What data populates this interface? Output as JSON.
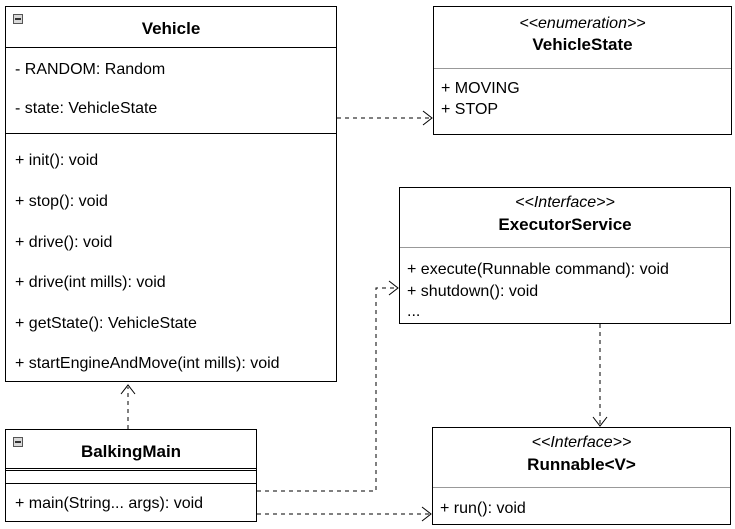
{
  "vehicle": {
    "title": "Vehicle",
    "attributes": [
      "- RANDOM: Random",
      "- state: VehicleState"
    ],
    "methods": [
      "+ init(): void",
      "+ stop(): void",
      "+ drive(): void",
      "+ drive(int mills): void",
      "+ getState(): VehicleState",
      "+ startEngineAndMove(int mills): void"
    ]
  },
  "vehicle_state": {
    "stereotype": "<<enumeration>>",
    "title": "VehicleState",
    "literals": [
      "+ MOVING",
      "+ STOP"
    ]
  },
  "executor_service": {
    "stereotype": "<<Interface>>",
    "title": "ExecutorService",
    "methods": [
      "+ execute(Runnable command): void",
      "+ shutdown(): void",
      "..."
    ]
  },
  "balking_main": {
    "title": "BalkingMain",
    "methods": [
      "+ main(String... args): void"
    ]
  },
  "runnable": {
    "stereotype": "<<Interface>>",
    "title": "Runnable<V>",
    "methods": [
      "+ run(): void"
    ]
  }
}
